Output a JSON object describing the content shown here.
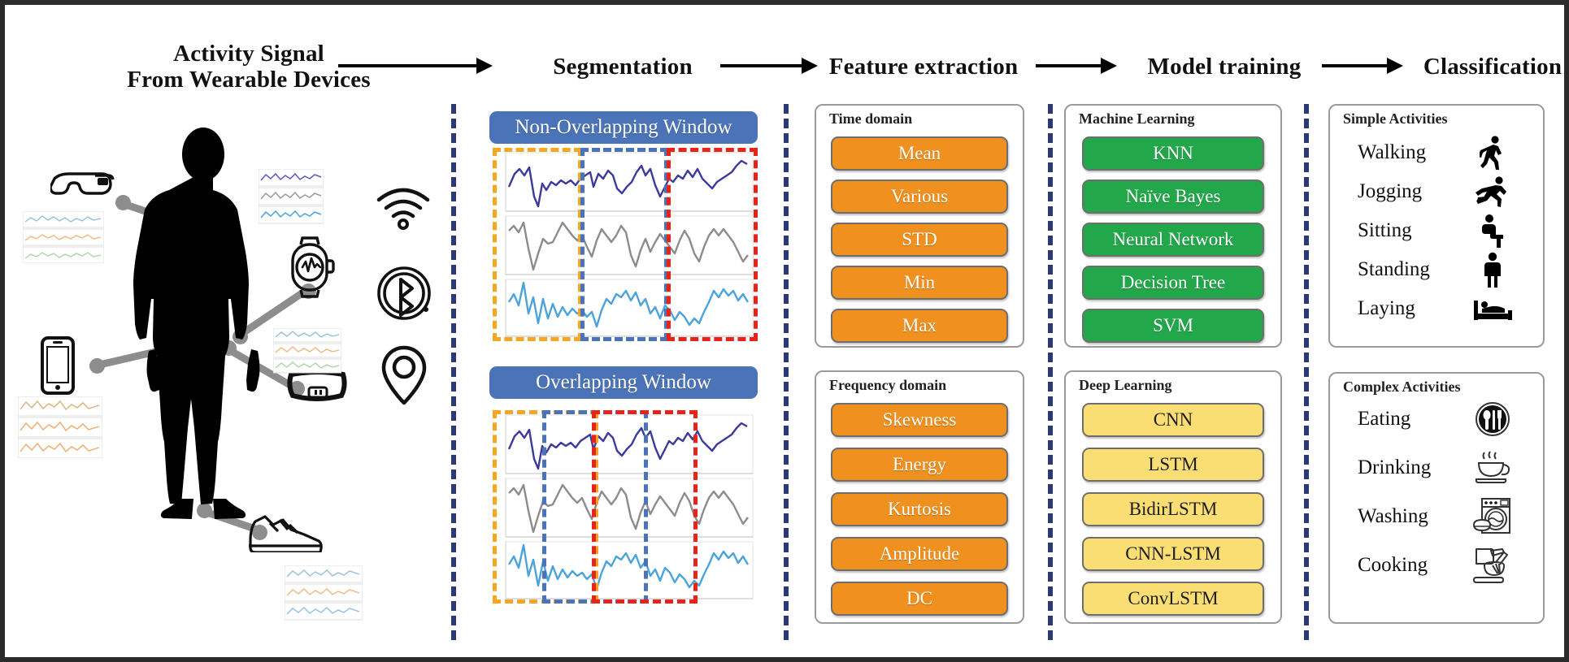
{
  "pipeline": {
    "stages": [
      {
        "id": "activity-signal",
        "title": "Activity Signal\nFrom Wearable Devices"
      },
      {
        "id": "segmentation",
        "title": "Segmentation"
      },
      {
        "id": "feature-extraction",
        "title": "Feature extraction"
      },
      {
        "id": "model-training",
        "title": "Model training"
      },
      {
        "id": "classification",
        "title": "Classification"
      }
    ]
  },
  "colors": {
    "orange": "#F0901F",
    "green": "#22A84A",
    "yellow": "#FBDE73",
    "window_blue": "#4B74B8",
    "divider_navy": "#2b3a77",
    "signal_navy": "#3B3B9E",
    "signal_gray": "#8C8C8C",
    "signal_lightblue": "#4BA3DC",
    "sel_orange": "#F5A623",
    "sel_blue": "#4B74B8",
    "sel_red": "#E8231A"
  },
  "wearables": {
    "devices": [
      {
        "name": "smart-glasses-icon"
      },
      {
        "name": "smartwatch-icon"
      },
      {
        "name": "smartphone-icon"
      },
      {
        "name": "fitness-band-icon"
      },
      {
        "name": "sneaker-icon"
      }
    ],
    "connectivity": [
      {
        "name": "wifi-icon"
      },
      {
        "name": "bluetooth-icon"
      },
      {
        "name": "gps-pin-icon"
      }
    ],
    "signal_thumbnails": 4
  },
  "segmentation": {
    "windows": [
      {
        "id": "non-overlapping-window",
        "label": "Non-Overlapping Window",
        "selections": [
          {
            "color": "#F5A623",
            "x_pct": 0.5,
            "w_pct": 33.0
          },
          {
            "color": "#4B74B8",
            "x_pct": 33.0,
            "w_pct": 33.0
          },
          {
            "color": "#E8231A",
            "x_pct": 65.5,
            "w_pct": 34.0
          }
        ]
      },
      {
        "id": "overlapping-window",
        "label": "Overlapping Window",
        "selections": [
          {
            "color": "#F5A623",
            "x_pct": 0.5,
            "w_pct": 40.0
          },
          {
            "color": "#4B74B8",
            "x_pct": 19.0,
            "w_pct": 40.0
          },
          {
            "color": "#E8231A",
            "x_pct": 38.0,
            "w_pct": 40.0
          }
        ]
      }
    ],
    "traces": [
      "signal-trace-navy",
      "signal-trace-gray",
      "signal-trace-lightblue"
    ]
  },
  "feature_extraction": {
    "groups": [
      {
        "title": "Time domain",
        "items": [
          "Mean",
          "Various",
          "STD",
          "Min",
          "Max"
        ]
      },
      {
        "title": "Frequency domain",
        "items": [
          "Skewness",
          "Energy",
          "Kurtosis",
          "Amplitude",
          "DC"
        ]
      }
    ]
  },
  "model_training": {
    "groups": [
      {
        "title": "Machine Learning",
        "style": "green",
        "items": [
          "KNN",
          "Naïve Bayes",
          "Neural Network",
          "Decision Tree",
          "SVM"
        ]
      },
      {
        "title": "Deep Learning",
        "style": "yellow",
        "items": [
          "CNN",
          "LSTM",
          "BidirLSTM",
          "CNN-LSTM",
          "ConvLSTM"
        ]
      }
    ]
  },
  "classification": {
    "groups": [
      {
        "title": "Simple Activities",
        "items": [
          {
            "label": "Walking",
            "icon": "walking-icon"
          },
          {
            "label": "Jogging",
            "icon": "jogging-icon"
          },
          {
            "label": "Sitting",
            "icon": "sitting-icon"
          },
          {
            "label": "Standing",
            "icon": "standing-icon"
          },
          {
            "label": "Laying",
            "icon": "laying-bed-icon"
          }
        ]
      },
      {
        "title": "Complex Activities",
        "items": [
          {
            "label": "Eating",
            "icon": "cutlery-plate-icon"
          },
          {
            "label": "Drinking",
            "icon": "hot-cup-icon"
          },
          {
            "label": "Washing",
            "icon": "washing-machine-icon"
          },
          {
            "label": "Cooking",
            "icon": "cooking-bowl-whisk-icon"
          }
        ]
      }
    ]
  }
}
